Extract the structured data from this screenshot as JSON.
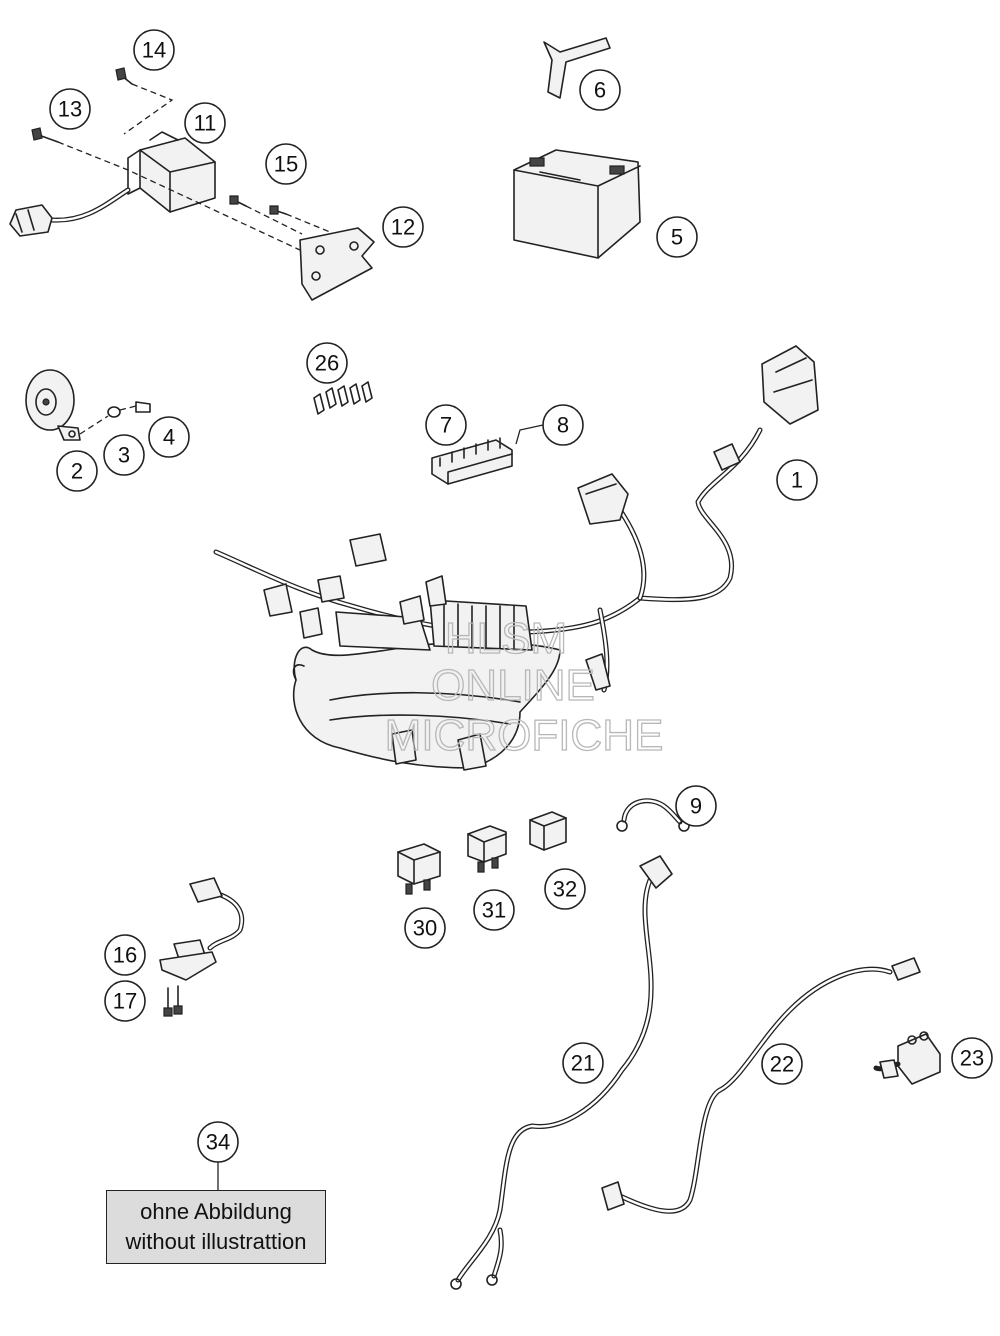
{
  "callouts": [
    "1",
    "2",
    "3",
    "4",
    "5",
    "6",
    "7",
    "8",
    "9",
    "11",
    "12",
    "13",
    "14",
    "15",
    "16",
    "17",
    "21",
    "22",
    "23",
    "26",
    "30",
    "31",
    "32",
    "34"
  ],
  "note": {
    "line1": "ohne Abbildung",
    "line2": "without illustrattion"
  },
  "watermark": {
    "line1": "HLSM",
    "line2": "ONLINE",
    "line3": "MICROFICHE"
  }
}
